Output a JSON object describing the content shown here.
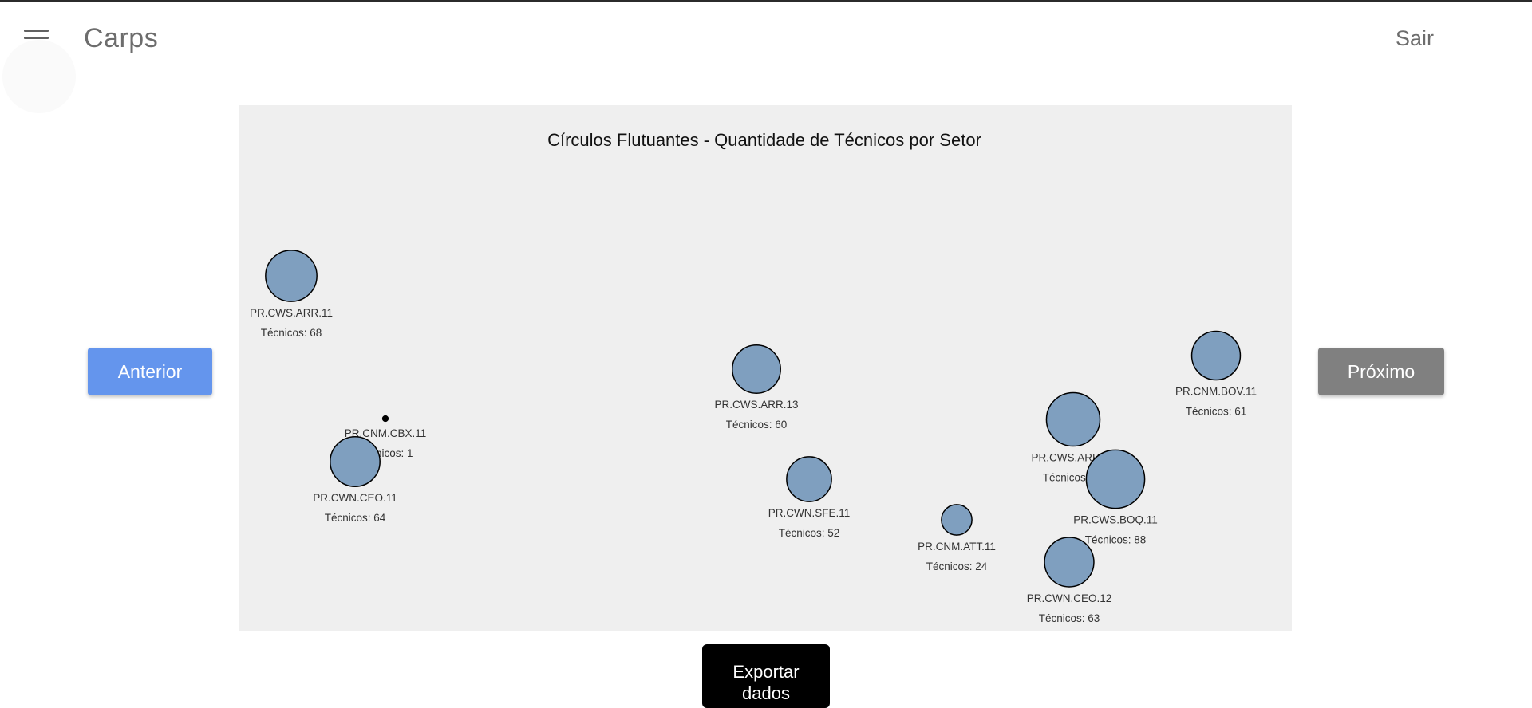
{
  "header": {
    "title": "Carps",
    "logout_label": "Sair"
  },
  "nav": {
    "prev_label": "Anterior",
    "next_label": "Próximo"
  },
  "export": {
    "label": "Exportar dados"
  },
  "colors": {
    "bubble_fill": "#7f9fbf",
    "bubble_stroke": "#000000",
    "panel_bg": "#efefef",
    "prev_button": "#6495ed",
    "next_button": "#808080"
  },
  "chart_data": {
    "type": "scatter",
    "title": "Círculos Flutuantes - Quantidade de Técnicos por Setor",
    "value_label_prefix": "Técnicos: ",
    "points": [
      {
        "name": "PR.CWS.ARR.11",
        "value": 68
      },
      {
        "name": "PR.CNM.CBX.11",
        "value": 1
      },
      {
        "name": "PR.CWN.CEO.11",
        "value": 64
      },
      {
        "name": "PR.CWS.ARR.13",
        "value": 60
      },
      {
        "name": "PR.CWN.SFE.11",
        "value": 52
      },
      {
        "name": "PR.CNM.ATT.11",
        "value": 24
      },
      {
        "name": "PR.CWS.ARR.12",
        "value": 74
      },
      {
        "name": "PR.CWS.BOQ.11",
        "value": 88
      },
      {
        "name": "PR.CWN.CEO.12",
        "value": 63
      },
      {
        "name": "PR.CNM.BOV.11",
        "value": 61
      }
    ]
  }
}
